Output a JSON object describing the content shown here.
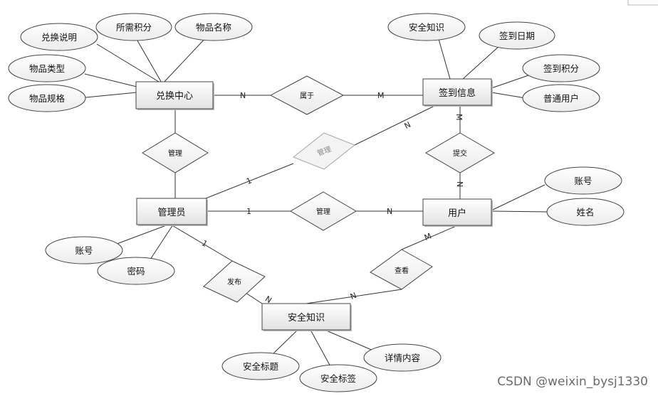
{
  "entities": {
    "exchange_center": "兑换中心",
    "checkin_info": "签到信息",
    "admin": "管理员",
    "user": "用户",
    "safety_knowledge": "安全知识"
  },
  "attributes": {
    "exchange_center": [
      "兑换说明",
      "所需积分",
      "物品名称",
      "物品类型",
      "物品规格"
    ],
    "checkin_info": [
      "安全知识",
      "签到日期",
      "签到积分",
      "普通用户"
    ],
    "admin": [
      "账号",
      "密码"
    ],
    "user": [
      "账号",
      "姓名"
    ],
    "safety_knowledge": [
      "安全标题",
      "安全标签",
      "详情内容"
    ]
  },
  "relationships": {
    "belongs": "属于",
    "manage_exchange": "管理",
    "manage_checkin": "管理",
    "manage_user": "管理",
    "submit": "提交",
    "publish": "发布",
    "view": "查看"
  },
  "cardinalities": {
    "exchange_belongs": "N",
    "checkin_belongs": "M",
    "checkin_manage": "N",
    "admin_manage_checkin": "1",
    "checkin_submit": "M",
    "user_submit": "N",
    "admin_manage_user": "1",
    "user_manage": "N",
    "admin_publish": "1",
    "knowledge_publish": "N",
    "knowledge_view": "N",
    "user_view": "M"
  },
  "watermark": "CSDN @weixin_bysj1330",
  "colors": {
    "line": "#333333",
    "entity_fill_top": "#ffffff",
    "entity_fill_bottom": "#e4e4e4",
    "shape_stroke": "#444444",
    "faded": "#a8a8a8"
  }
}
